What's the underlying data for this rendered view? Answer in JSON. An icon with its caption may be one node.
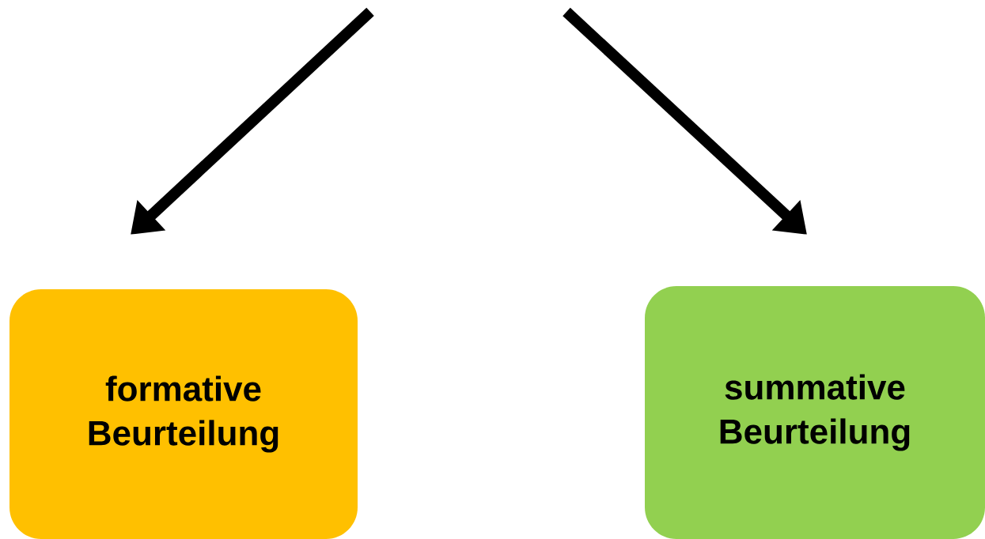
{
  "diagram": {
    "nodes": [
      {
        "text": [
          "formative Beurteilung"
        ]
      },
      {
        "text": [
          "summative Beurteilung"
        ]
      }
    ],
    "edges": [
      {
        "from": null,
        "to": 0,
        "arrow": "to"
      },
      {
        "from": null,
        "to": 1,
        "arrow": "to"
      }
    ]
  }
}
